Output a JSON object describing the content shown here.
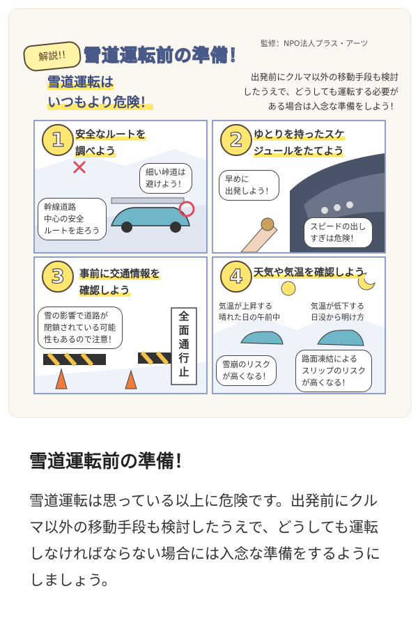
{
  "illustration": {
    "badge": "解説!!",
    "title": "雪道運転前の準備！",
    "supervision": "監修：NPO法人プラス・アーツ",
    "danger_line1": "雪道運転は",
    "danger_line2": "いつもより危険！",
    "intro_lines": [
      "出発前にクルマ以外の移動手段も検討",
      "したうえで、どうしても運転する必要が",
      "ある場合は入念な準備をしよう！"
    ],
    "panels": [
      {
        "number": "1",
        "title_lines": [
          "安全なルートを",
          "調べよう"
        ],
        "bubbles": [
          [
            "細い峠道は",
            "避けよう！"
          ],
          [
            "幹線道路",
            "中心の安全",
            "ルートを走ろう"
          ]
        ]
      },
      {
        "number": "2",
        "title_lines": [
          "ゆとりを持ったスケ",
          "ジュールをたてよう"
        ],
        "bubbles": [
          [
            "早めに",
            "出発しよう！"
          ],
          [
            "スピードの出し",
            "すぎは危険！"
          ]
        ]
      },
      {
        "number": "3",
        "title_lines": [
          "事前に交通情報を",
          "確認しよう"
        ],
        "bubbles": [
          [
            "雪の影響で道路が",
            "閉鎖されている可能",
            "性もあるので注意！"
          ]
        ],
        "sign_text": [
          "全",
          "面",
          "通",
          "行",
          "止"
        ]
      },
      {
        "number": "4",
        "title_lines": [
          "天気や気温を確認しよう"
        ],
        "labels": [
          [
            "気温が上昇する",
            "晴れた日の午前中"
          ],
          [
            "気温が低下する",
            "日没から明け方"
          ]
        ],
        "bubbles": [
          [
            "雪崩のリスク",
            "が高くなる！"
          ],
          [
            "路面凍結による",
            "スリップのリスク",
            "が高くなる！"
          ]
        ]
      }
    ]
  },
  "article": {
    "title": "雪道運転前の準備！",
    "body": "雪道運転は思っている以上に危険です。出発前にクルマ以外の移動手段も検討したうえで、どうしても運転しなければならない場合には入念な準備をするようにしましょう。"
  }
}
